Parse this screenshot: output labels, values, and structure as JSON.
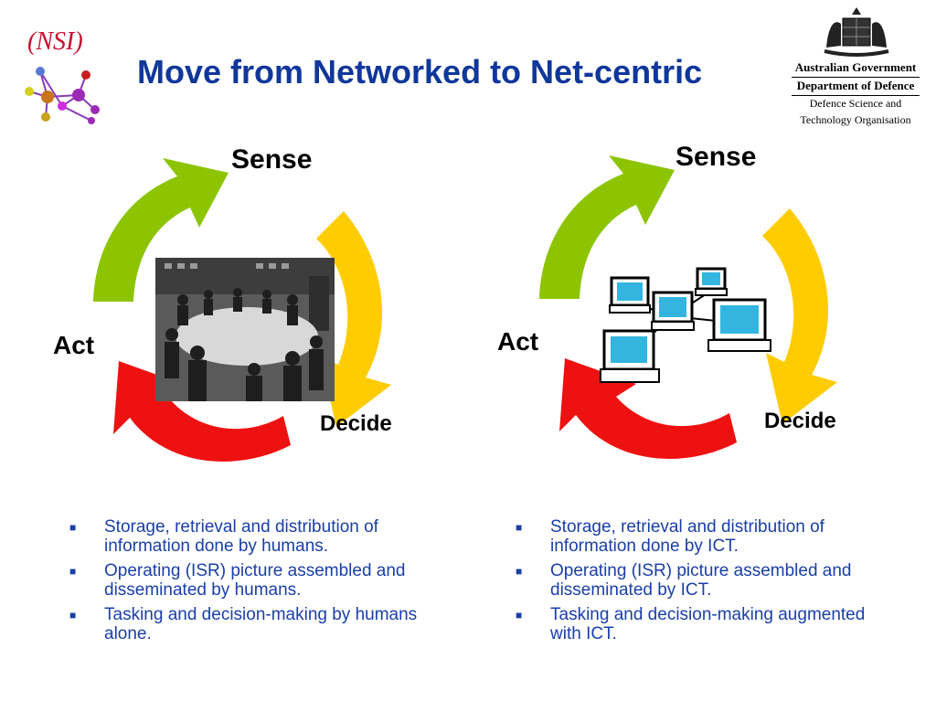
{
  "header": {
    "logo_text": "(NSI)",
    "title": "Move from Networked to Net-centric",
    "org_lines": [
      "Australian Government",
      "Department of Defence",
      "Defence Science and",
      "Technology Organisation"
    ]
  },
  "colors": {
    "title": "#10379a",
    "bullet_text": "#1a3fa8",
    "arrow_sense": "#8cc400",
    "arrow_decide": "#ffcc00",
    "arrow_act": "#ee1111",
    "logo_text": "#c8102e"
  },
  "left_cycle": {
    "sense": "Sense",
    "decide": "Decide",
    "act": "Act",
    "image_icon": "command-room-photo",
    "bullets": [
      "Storage, retrieval and distribution of information done by humans.",
      "Operating (ISR) picture assembled and disseminated by humans.",
      "Tasking and decision-making by humans alone."
    ]
  },
  "right_cycle": {
    "sense": "Sense",
    "decide": "Decide",
    "act": "Act",
    "image_icon": "computer-network-icon",
    "bullets": [
      "Storage, retrieval and distribution of information done by ICT.",
      "Operating (ISR) picture assembled and disseminated by ICT.",
      "Tasking and decision-making augmented with ICT."
    ]
  }
}
